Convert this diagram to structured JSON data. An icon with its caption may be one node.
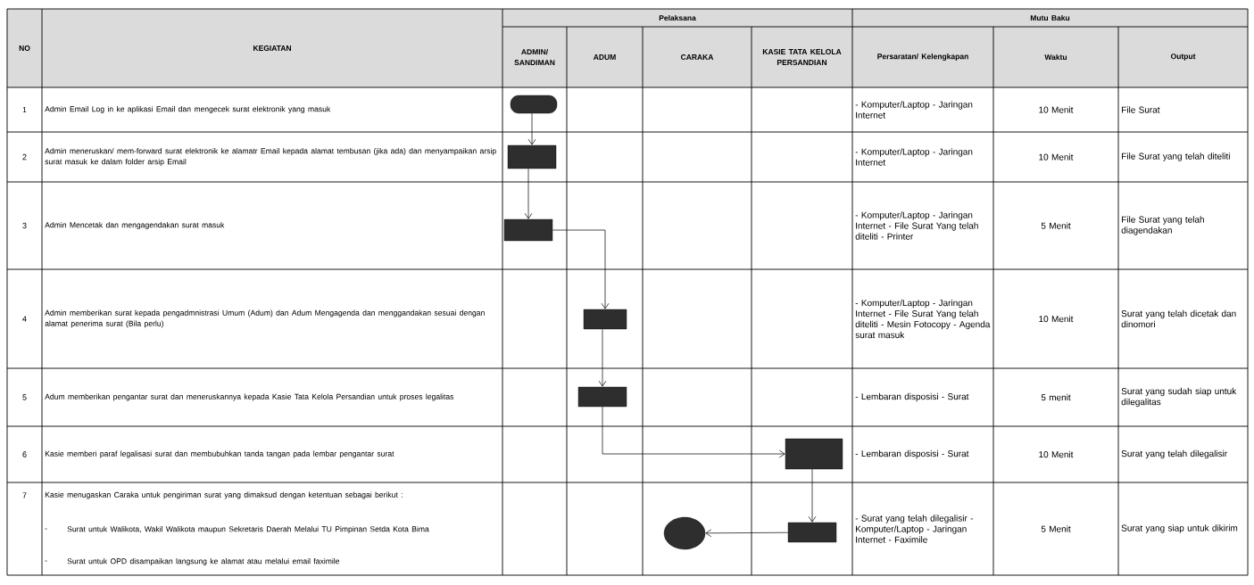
{
  "diagram": {
    "nodes": [
      {
        "text": [],
        "shape": "pill"
      },
      {
        "text": [],
        "shape": "box"
      },
      {
        "text": [],
        "shape": "box"
      },
      {
        "text": [],
        "shape": "box"
      },
      {
        "text": [],
        "shape": "box"
      },
      {
        "text": [],
        "shape": "box"
      },
      {
        "text": [],
        "shape": "box"
      },
      {
        "text": [],
        "shape": "circle"
      }
    ],
    "edges": [
      {
        "from": 0,
        "to": 1,
        "arrow": "to"
      },
      {
        "from": 1,
        "to": 2,
        "arrow": "to"
      },
      {
        "from": 2,
        "to": 3,
        "arrow": "to"
      },
      {
        "from": 3,
        "to": 4,
        "arrow": "to"
      },
      {
        "from": 4,
        "to": 5,
        "arrow": "to"
      },
      {
        "from": 5,
        "to": 6,
        "arrow": "to"
      },
      {
        "from": 6,
        "to": 7,
        "arrow": "to"
      }
    ],
    "labels": [
      "NO",
      "KEGIATAN",
      "Pelaksana",
      "Mutu Baku",
      "ADMIN/ SANDIMAN",
      "ADUM",
      "CARAKA",
      "KASIE TATA KELOLA PERSANDIAN",
      "Persaratan/ Kelengkapan",
      "Waktu",
      "Output",
      "1",
      "Admin Email Log in ke aplikasi Email dan mengecek surat elektronik yang masuk",
      "- Komputer/Laptop - Jaringan Internet",
      "10 Menit",
      "File Surat",
      "2",
      "Admin meneruskan/ mem-forward surat elektronik ke alamatr Email kepada alamat tembusan (jika ada) dan menyampaikan arsip surat masuk ke dalam folder arsip Email",
      "- Komputer/Laptop - Jaringan Internet",
      "10 Menit",
      "File Surat yang telah diteliti",
      "3",
      "Admin Mencetak dan mengagendakan surat masuk",
      "- Komputer/Laptop - Jaringan Internet - File Surat Yang telah diteliti - Printer",
      "5 Menit",
      "File Surat yang telah diagendakan",
      "4",
      "Admin memberikan surat kepada pengadmnistrasi Umum (Adum) dan Adum Mengagenda dan menggandakan sesuai dengan alamat penerima surat (Bila perlu)",
      "- Komputer/Laptop - Jaringan Internet - File Surat Yang telah diteliti - Mesin Fotocopy - Agenda surat masuk",
      "10 Menit",
      "Surat yang telah dicetak dan dinomori",
      "5",
      "Adum memberikan pengantar surat dan meneruskannya kepada Kasie Tata Kelola Persandian untuk proses legalitas",
      "- Lembaran disposisi - Surat",
      "5 menit",
      "Surat yang sudah siap untuk dilegalitas",
      "6",
      "Kasie memberi paraf legalisasi surat dan membubuhkan tanda tangan pada lembar pengantar surat",
      "- Lembaran disposisi - Surat",
      "10 Menit",
      "Surat yang telah dilegalisir",
      "7",
      "Kasie menugaskan Caraka untuk pengiriman surat yang dimaksud dengan ketentuan sebagai berikut :",
      "-",
      "Surat untuk Walikota, Wakil Walikota maupun Sekretaris Daerah Melalui TU Pimpinan Setda Kota Bima",
      "-",
      "Surat untuk OPD disampaikan langsung ke alamat atau melalui email faximile",
      "- Surat yang telah dilegalisir - Komputer/Laptop - Jaringan Internet - Faximile",
      "5 Menit",
      "Surat yang siap untuk dikirim"
    ]
  }
}
